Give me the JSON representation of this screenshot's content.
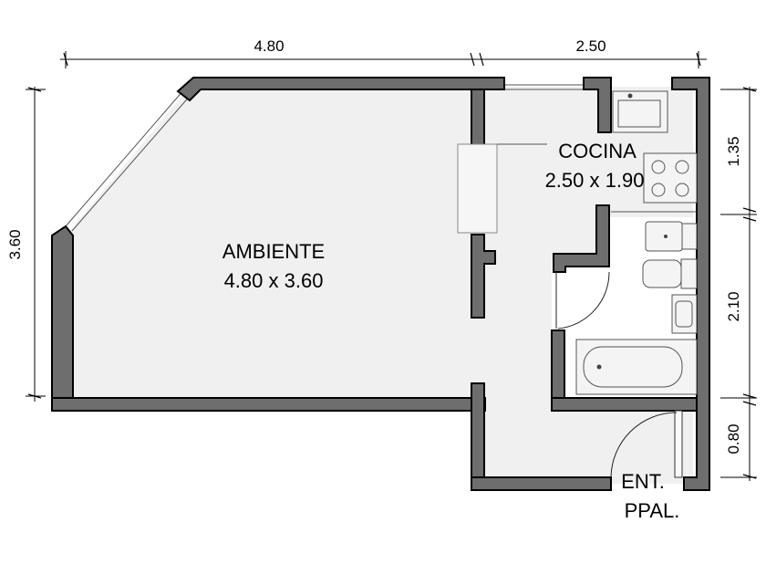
{
  "rooms": {
    "ambiente": {
      "name": "AMBIENTE",
      "size": "4.80 x 3.60"
    },
    "cocina": {
      "name": "COCINA",
      "size": "2.50 x 1.90"
    }
  },
  "entrance": {
    "line1": "ENT.",
    "line2": "PPAL."
  },
  "dimensions": {
    "top_left": "4.80",
    "top_right": "2.50",
    "left": "3.60",
    "right_1": "1.35",
    "right_2": "2.10",
    "right_3": "0.80"
  },
  "colors": {
    "wall": "#6e6e6e",
    "floor": "#f0f0f0"
  }
}
